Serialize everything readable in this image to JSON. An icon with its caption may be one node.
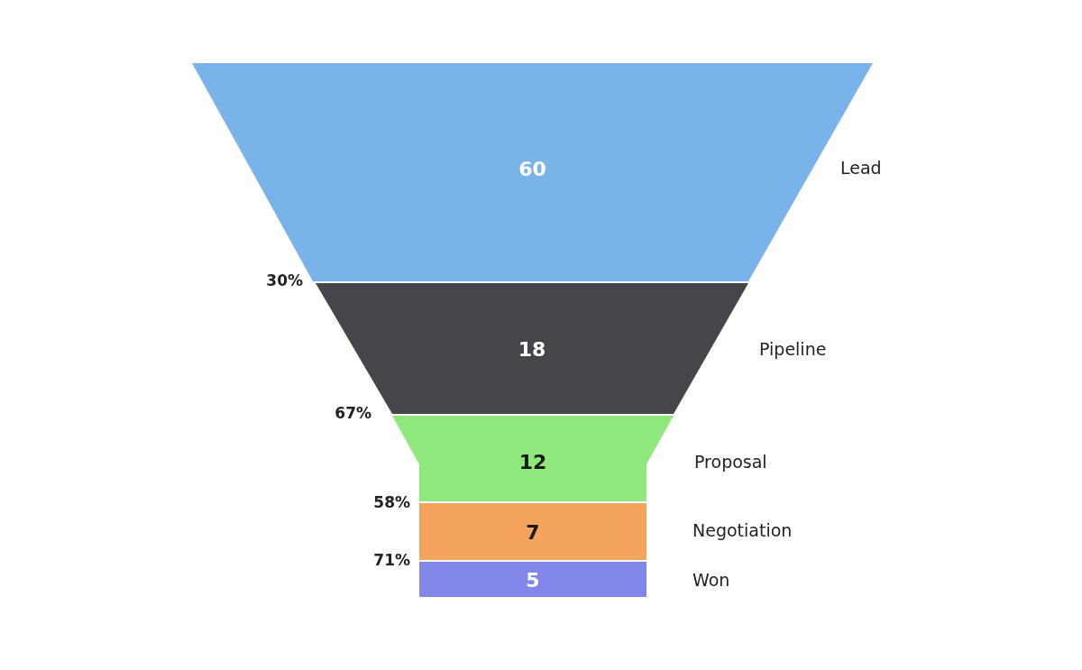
{
  "diagram": {
    "nodes": [
      {
        "text": [
          "60"
        ],
        "beside": [
          "Lead"
        ]
      },
      {
        "text": [
          "18"
        ],
        "beside": [
          "Pipeline"
        ]
      },
      {
        "text": [
          "12"
        ],
        "beside": [
          "Proposal"
        ]
      },
      {
        "text": [
          "7"
        ],
        "beside": [
          "Negotiation"
        ]
      },
      {
        "text": [
          "5"
        ],
        "beside": [
          "Won"
        ]
      }
    ],
    "labels": [
      "30%",
      "67%",
      "58%",
      "71%"
    ]
  }
}
